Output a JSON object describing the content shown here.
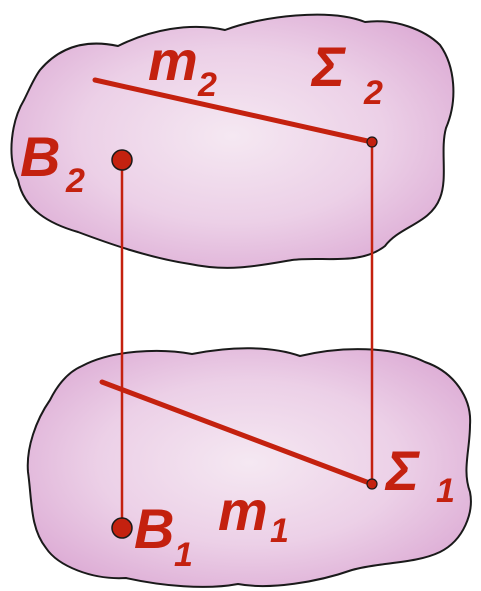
{
  "labels": {
    "line_upper": "m",
    "line_upper_sub": "2",
    "plane_upper": "Σ",
    "plane_upper_sub": "2",
    "point_upper": "B",
    "point_upper_sub": "2",
    "line_lower": "m",
    "line_lower_sub": "1",
    "plane_lower": "Σ",
    "plane_lower_sub": "1",
    "point_lower": "B",
    "point_lower_sub": "1"
  },
  "colors": {
    "plane_fill": "#e2b6dc",
    "plane_center": "#f4e6f1",
    "outline": "#1a1a1a",
    "accent": "#c4210f"
  }
}
